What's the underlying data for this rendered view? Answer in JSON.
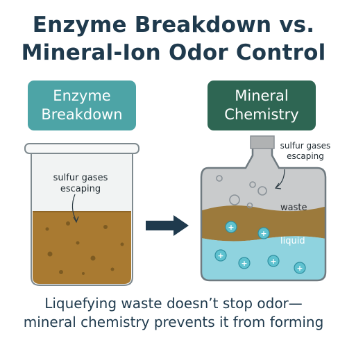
{
  "title": {
    "line1": "Enzyme Breakdown vs.",
    "line2": "Mineral-Ion Odor Control"
  },
  "left_panel": {
    "badge_line1": "Enzyme",
    "badge_line2": "Breakdown",
    "annotation_line1": "sulfur gases",
    "annotation_line2": "escaping"
  },
  "right_panel": {
    "badge_line1": "Mineral",
    "badge_line2": "Chemistry",
    "annotation_line1": "sulfur gases",
    "annotation_line2": "escaping",
    "waste_label": "waste",
    "liquid_label": "liquid",
    "ion_symbol": "+"
  },
  "caption": {
    "line1": "Liquefying waste doesn’t stop odor—",
    "line2": "mineral chemistry prevents it from forming"
  },
  "colors": {
    "title_text": "#1f3a4d",
    "enzyme_badge": "#4da4a6",
    "mineral_badge": "#2e6653",
    "sludge": "#a97a31",
    "waste": "#9c7a3c",
    "liquid": "#8fd3df",
    "arrow": "#1f3a4d"
  }
}
